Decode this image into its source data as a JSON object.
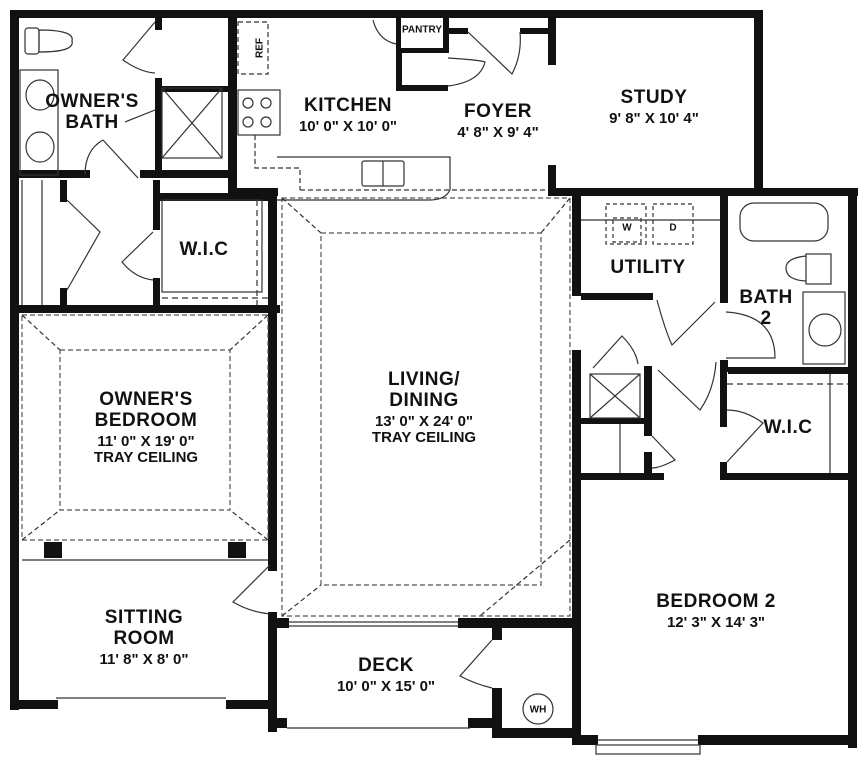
{
  "plan": {
    "colors": {
      "wall": "#111111",
      "background": "#ffffff",
      "fixture_line": "#333333"
    },
    "rooms": {
      "owners_bath": {
        "name_line1": "OWNER'S",
        "name_line2": "BATH"
      },
      "kitchen": {
        "name": "KITCHEN",
        "dimensions": "10' 0\" X 10' 0\""
      },
      "pantry": {
        "name": "PANTRY"
      },
      "foyer": {
        "name": "FOYER",
        "dimensions": "4' 8\" X 9' 4\""
      },
      "study": {
        "name": "STUDY",
        "dimensions": "9' 8\" X 10' 4\""
      },
      "owners_wic": {
        "name": "W.I.C"
      },
      "utility": {
        "name": "UTILITY"
      },
      "bath2": {
        "name_line1": "BATH",
        "name_line2": "2"
      },
      "bedroom2_wic": {
        "name": "W.I.C"
      },
      "owners_bedroom": {
        "name_line1": "OWNER'S",
        "name_line2": "BEDROOM",
        "dimensions": "11' 0\" X 19' 0\"",
        "note": "TRAY CEILING"
      },
      "living_dining": {
        "name_line1": "LIVING/",
        "name_line2": "DINING",
        "dimensions": "13' 0\" X 24' 0\"",
        "note": "TRAY CEILING"
      },
      "sitting_room": {
        "name_line1": "SITTING",
        "name_line2": "ROOM",
        "dimensions": "11' 8\" X 8' 0\""
      },
      "deck": {
        "name": "DECK",
        "dimensions": "10' 0\" X 15' 0\""
      },
      "bedroom2": {
        "name": "BEDROOM 2",
        "dimensions": "12' 3\" X 14' 3\""
      }
    },
    "fixtures": {
      "refrigerator": "REF",
      "washer": "W",
      "dryer": "D",
      "water_heater": "WH"
    }
  }
}
